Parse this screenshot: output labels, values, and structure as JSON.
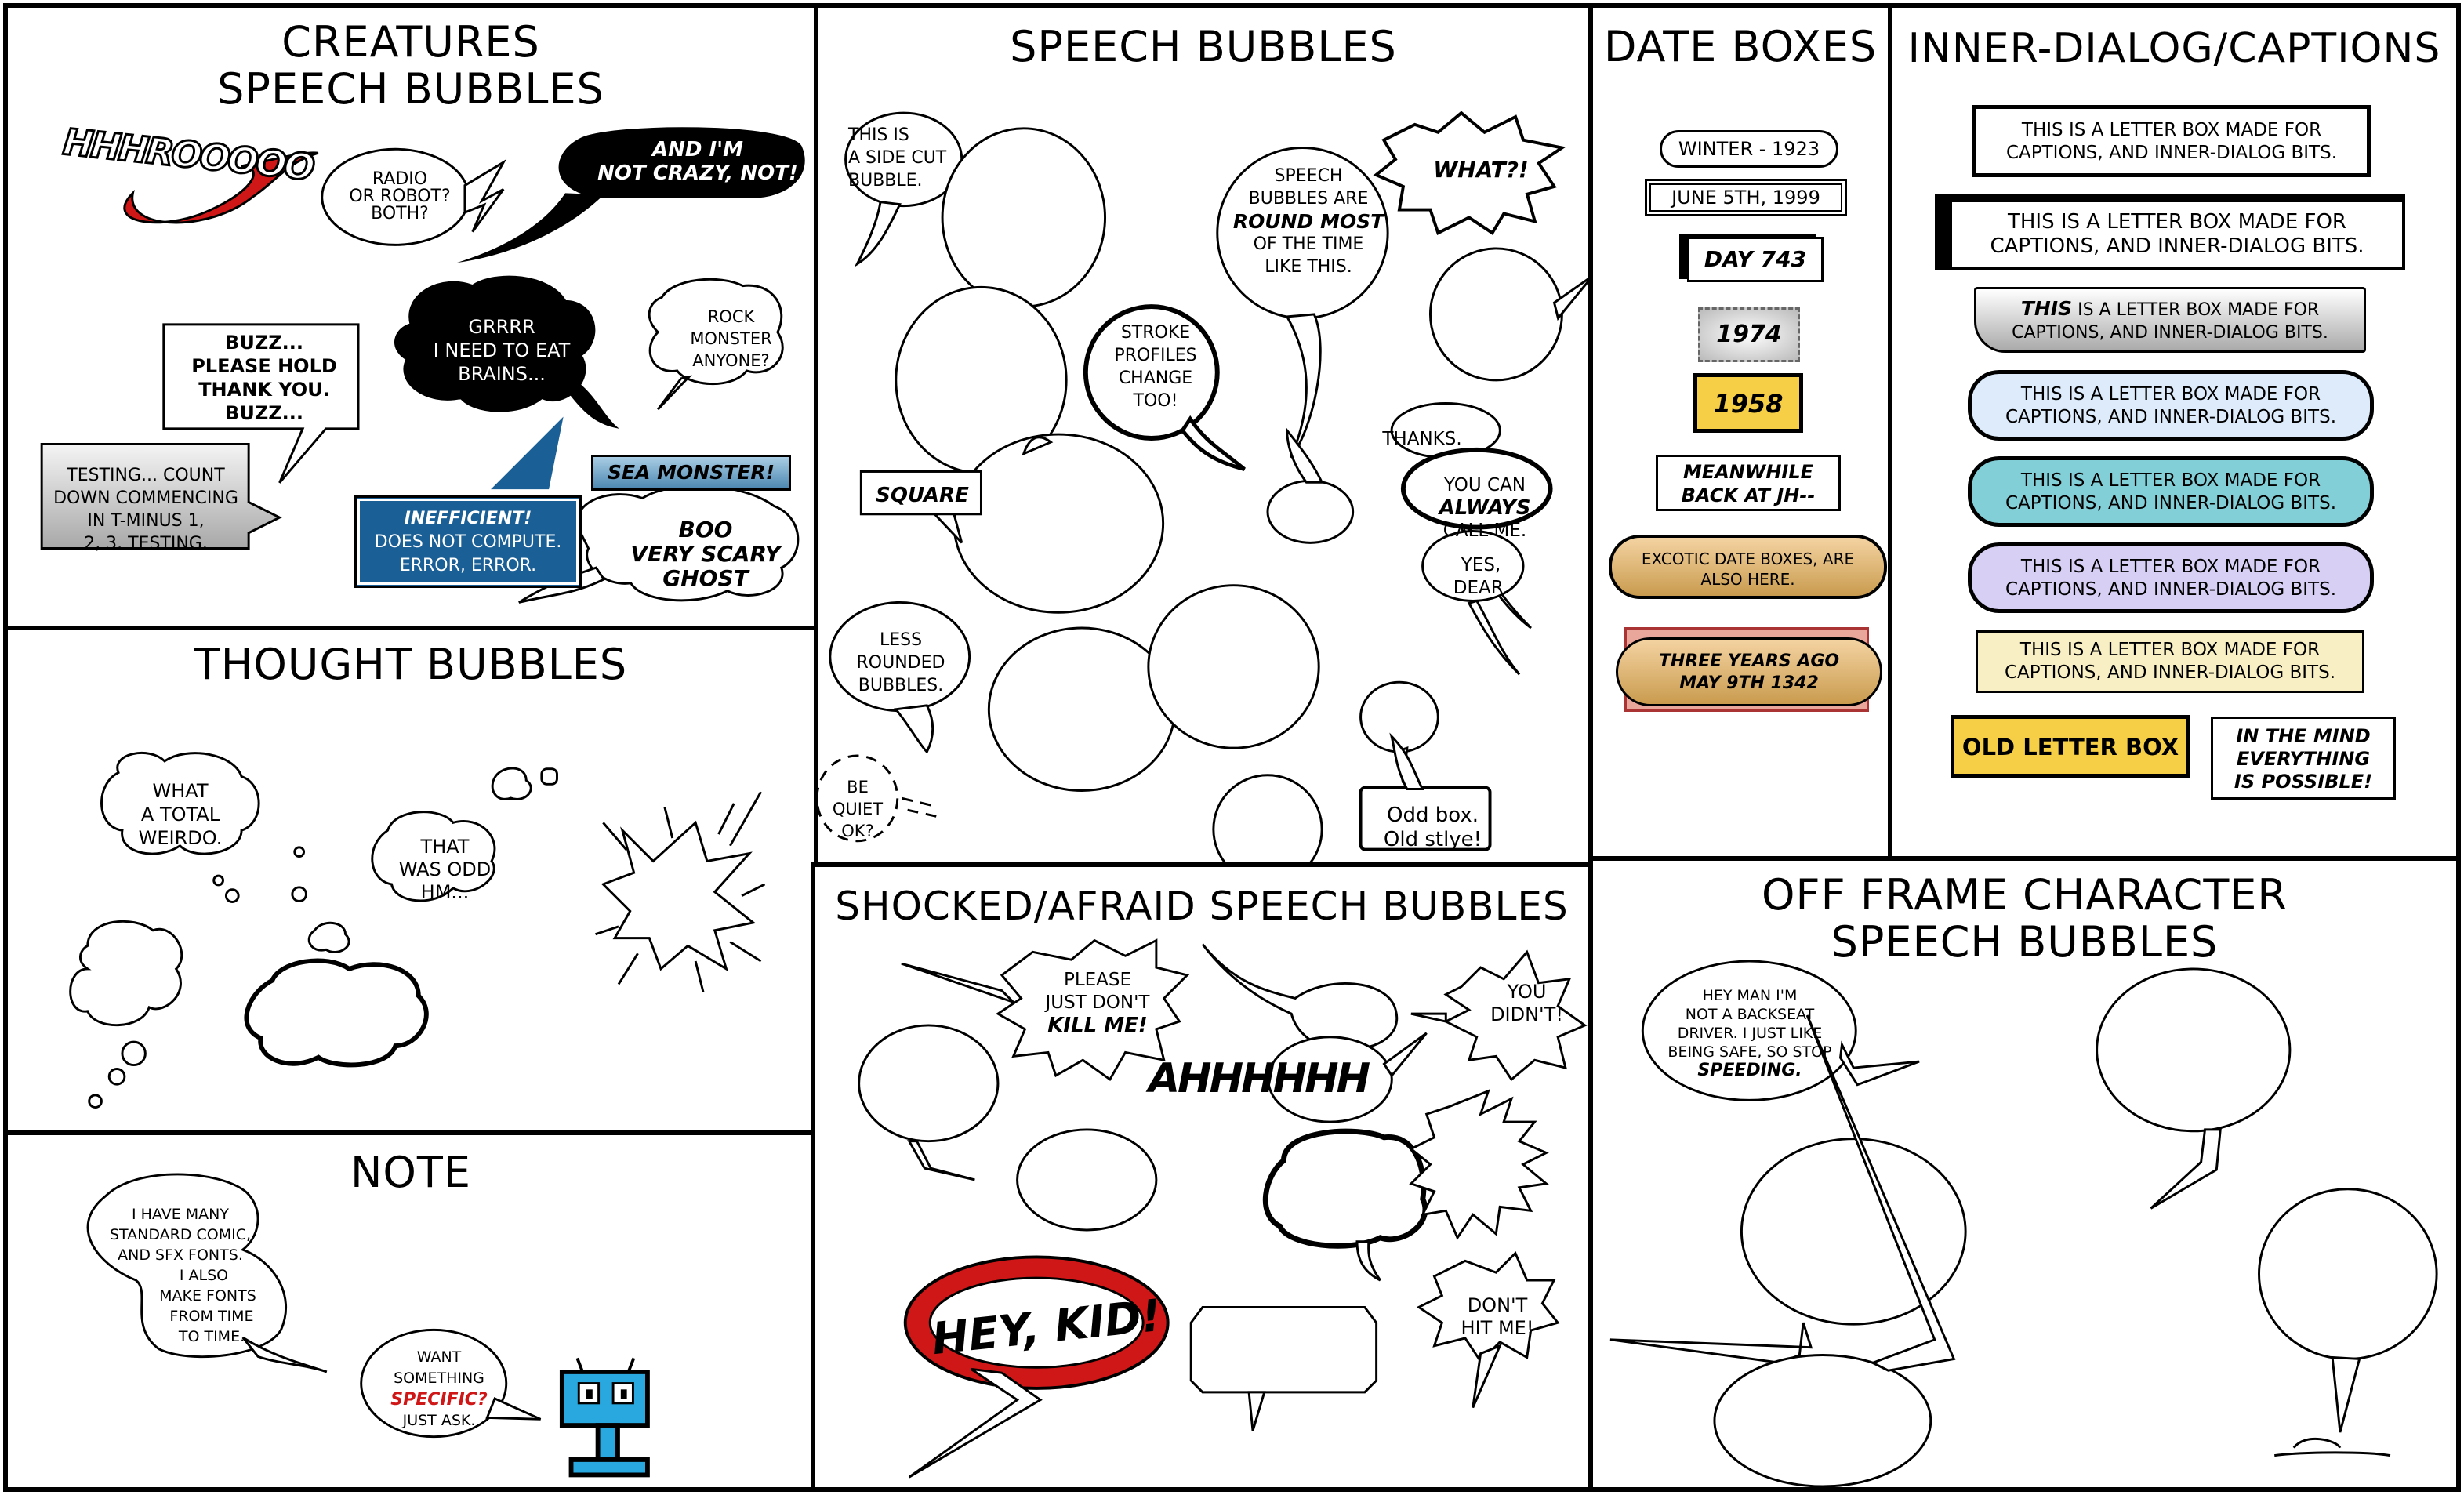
{
  "panels": {
    "creatures": {
      "title_line1": "Creatures",
      "title_line2": "Speech Bubbles",
      "hhh": "HHHROOOOO",
      "radio": [
        "Radio",
        "or robot?",
        "Both?"
      ],
      "crazy": [
        "And I'm",
        "not crazy, not!"
      ],
      "buzz": [
        "Buzz...",
        "Please hold",
        "thank you.",
        "Buzz..."
      ],
      "grrrr": [
        "Grrrr",
        "I need to eat",
        "brains..."
      ],
      "rock": [
        "Rock",
        "monster",
        "anyone?"
      ],
      "sea": "Sea Monster!",
      "testing": [
        "Testing... count",
        "down commencing",
        "in T-minus 1,",
        "2, 3. Testing."
      ],
      "inefficient": [
        "Inefficient!",
        "Does not compute.",
        "Error, error."
      ],
      "boo": [
        "Boo",
        "very scary",
        "ghost"
      ]
    },
    "thought": {
      "title": "Thought Bubbles",
      "weirdo": [
        "What",
        "a total",
        "weirdo."
      ],
      "odd": [
        "That",
        "was odd",
        "hm..."
      ]
    },
    "note": {
      "title": "Note",
      "fonts": [
        "I have many",
        "standard comic,",
        "and SFX fonts.",
        "I also",
        "make fonts",
        "from time",
        "to time."
      ],
      "want1": "Want",
      "want2": "something",
      "want3": "specific?",
      "want4": "Just ask."
    },
    "speech": {
      "title": "Speech Bubbles",
      "sidecut": [
        "This is",
        "a side cut",
        "bubble."
      ],
      "round": [
        "Speech",
        "bubbles are",
        "round most",
        "of the time",
        "like this."
      ],
      "what": "What?!",
      "stroke": [
        "Stroke",
        "profiles",
        "change",
        "too!"
      ],
      "square": "Square",
      "thanks": "Thanks.",
      "always": [
        "You can",
        "always",
        "call me."
      ],
      "yes": [
        "Yes,",
        "dear."
      ],
      "less": [
        "Less",
        "rounded",
        "bubbles."
      ],
      "quiet": [
        "Be",
        "quiet",
        "ok?"
      ],
      "oddbox": [
        "Odd box.",
        "Old stlye!"
      ]
    },
    "shocked": {
      "title": "Shocked/Afraid Speech Bubbles",
      "please": [
        "Please",
        "just don't",
        "kill me!"
      ],
      "you": [
        "You",
        "didn't!"
      ],
      "ahhh": "AHHHHHH",
      "hey": "HEY, KID!",
      "donthit": [
        "Don't",
        "hit me!"
      ]
    },
    "date": {
      "title": "Date Boxes",
      "winter": "Winter - 1923",
      "june": "June 5th, 1999",
      "day": "Day 743",
      "y1974": "1974",
      "y1958": "1958",
      "meanwhile": [
        "Meanwhile",
        "back at JH--"
      ],
      "exotic": [
        "Excotic date boxes, are",
        "also here."
      ],
      "three": [
        "Three years ago",
        "May 9th 1342"
      ]
    },
    "inner": {
      "title": "Inner-Dialog/Captions",
      "caption": [
        "This is a letter box made for",
        "captions, and inner-dialog bits."
      ],
      "this_word": "This",
      "caption_rest": "is a letter box made for",
      "old": "Old Letter Box",
      "mind": [
        "In the mind",
        "everything",
        "is possible!"
      ]
    },
    "offframe": {
      "title_line1": "Off Frame Character",
      "title_line2": "Speech Bubbles",
      "backseat": [
        "Hey man I'm",
        "not a backseat",
        "driver. I just like",
        "being safe, so stop",
        "speeding."
      ]
    }
  },
  "colors": {
    "blue_dark": "#1a5f95",
    "sea": "#6aa3c9",
    "yellow": "#f7cf47",
    "red": "#d01717",
    "robot": "#29a8e0",
    "pale_blue": "#ddebfb",
    "teal": "#83cfd8",
    "lavender": "#d8cff5",
    "cream": "#f8efc4",
    "gold": "#c99b4e"
  }
}
